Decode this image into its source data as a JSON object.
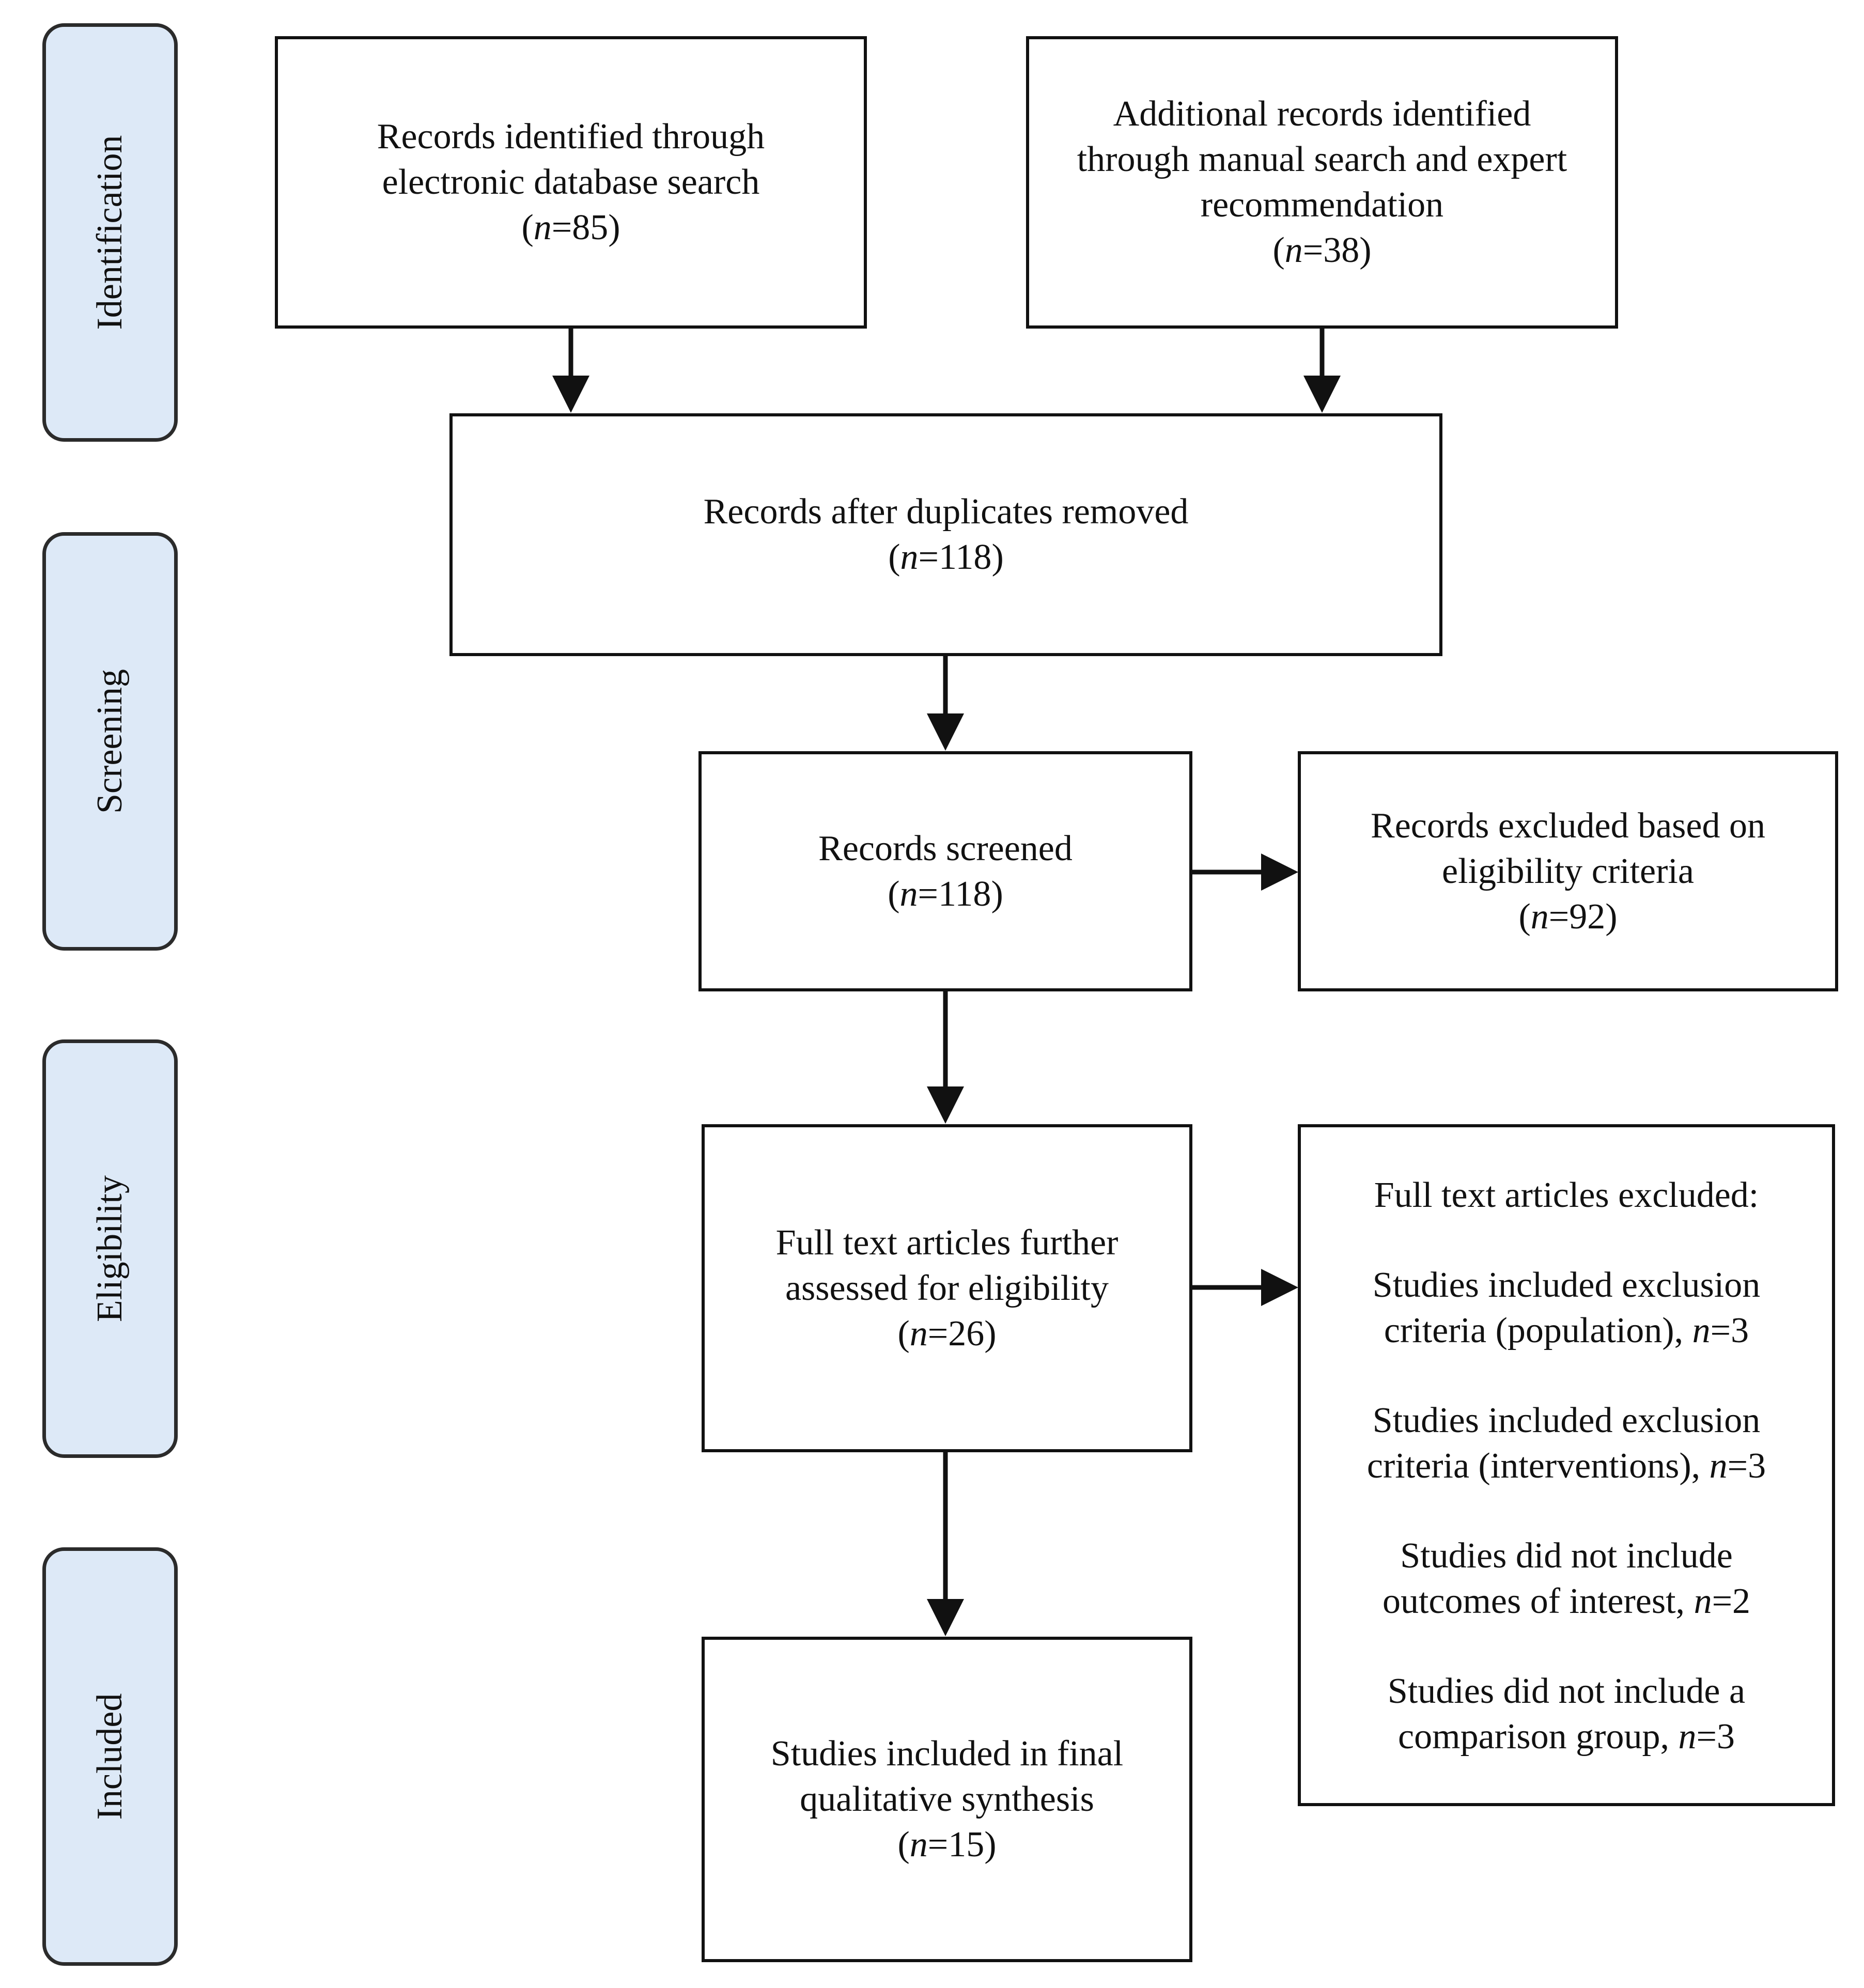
{
  "phases": {
    "identification": "Identification",
    "screening": "Screening",
    "eligibility": "Eligibility",
    "included": "Included"
  },
  "boxes": {
    "database_search": {
      "lines": [
        "Records identified through",
        "electronic database search"
      ],
      "count": "85"
    },
    "manual_search": {
      "lines": [
        "Additional records identified",
        "through manual search and expert",
        "recommendation"
      ],
      "count": "38"
    },
    "duplicates_removed": {
      "lines": [
        "Records after duplicates removed"
      ],
      "count": "118"
    },
    "screened": {
      "lines": [
        "Records screened"
      ],
      "count": "118"
    },
    "excluded_criteria": {
      "lines": [
        "Records excluded based on",
        "eligibility criteria"
      ],
      "count": "92"
    },
    "full_text": {
      "lines": [
        "Full text articles further",
        "assessed for eligibility"
      ],
      "count": "26"
    },
    "included_final": {
      "lines": [
        "Studies included in final",
        "qualitative synthesis"
      ],
      "count": "15"
    },
    "full_text_excluded": {
      "title": "Full text articles excluded:",
      "reasons": [
        {
          "line1": "Studies included exclusion",
          "line2": "criteria (population), ",
          "count": "3"
        },
        {
          "line1": "Studies included exclusion",
          "line2": "criteria (interventions), ",
          "count": "3"
        },
        {
          "line1": "Studies did not include",
          "line2": "outcomes of interest, ",
          "count": "2"
        },
        {
          "line1": "Studies did not include a",
          "line2": "comparison group, ",
          "count": "3"
        }
      ]
    }
  },
  "count_symbol": "n",
  "count_prefix": "(",
  "count_suffix": ")",
  "equals": "="
}
